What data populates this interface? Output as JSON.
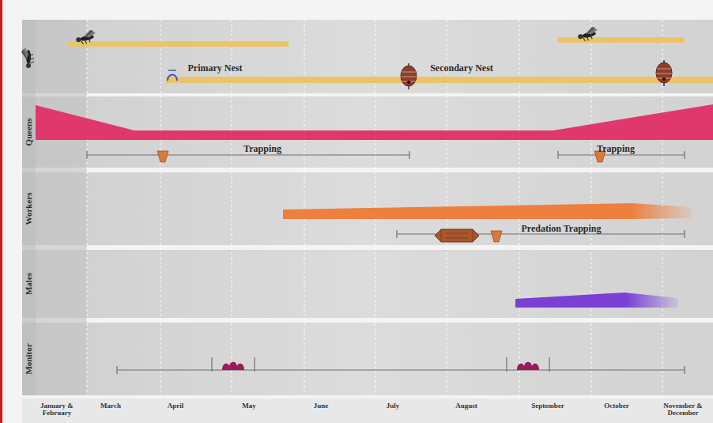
{
  "diagram": {
    "nodes": [
      {
        "text": [
          "Primary Nest",
          "Secondary Nest"
        ]
      },
      {
        "text": [
          "Queens",
          "Trapping",
          "Trapping"
        ]
      },
      {
        "text": [
          "Workers",
          "Predation Trapping"
        ]
      },
      {
        "text": [
          "Males"
        ]
      },
      {
        "text": [
          "Monitor"
        ]
      }
    ],
    "labels": [
      "January & February",
      "March",
      "April",
      "May",
      "June",
      "July",
      "August",
      "September",
      "October",
      "November & December"
    ]
  }
}
